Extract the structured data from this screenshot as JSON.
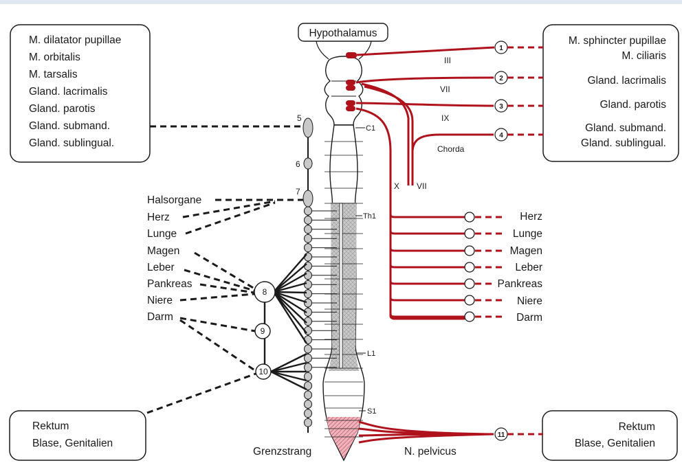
{
  "boxes": {
    "left_top": [
      "M. dilatator pupillae",
      "M. orbitalis",
      "M. tarsalis",
      "Gland. lacrimalis",
      "Gland. parotis",
      "Gland. submand.",
      "Gland. sublingual."
    ],
    "right_top_1": [
      "M. sphincter pupillae",
      "M. ciliaris"
    ],
    "right_top_2": "Gland. lacrimalis",
    "right_top_3": "Gland. parotis",
    "right_top_4": [
      "Gland. submand.",
      "Gland. sublingual."
    ],
    "left_bottom": [
      "Rektum",
      "Blase, Genitalien"
    ],
    "right_bottom": [
      "Rektum",
      "Blase, Genitalien"
    ]
  },
  "hypothalamus": "Hypothalamus",
  "nerves": {
    "III": "III",
    "VII": "VII",
    "IX": "IX",
    "X": "X",
    "VII_chorda": "VII",
    "chorda": "Chorda"
  },
  "levels": {
    "c1": "C1",
    "th1": "Th1",
    "l1": "L1",
    "s1": "S1"
  },
  "ganglia_numbers": [
    "5",
    "6",
    "7"
  ],
  "circles": [
    "1",
    "2",
    "3",
    "4",
    "8",
    "9",
    "10",
    "11"
  ],
  "left_organs": [
    "Halsorgane",
    "Herz",
    "Lunge",
    "Magen",
    "Leber",
    "Pankreas",
    "Niere",
    "Darm"
  ],
  "right_organs": [
    "Herz",
    "Lunge",
    "Magen",
    "Leber",
    "Pankreas",
    "Niere",
    "Darm"
  ],
  "grenzstrang": "Grenzstrang",
  "n_pelvicus": "N. pelvicus",
  "colors": {
    "parasympathetic": "#b0121c",
    "sympathetic": "#1a1a1a",
    "spinal_gray": "#c9c9c9",
    "sacral": "#e8a0aa"
  }
}
